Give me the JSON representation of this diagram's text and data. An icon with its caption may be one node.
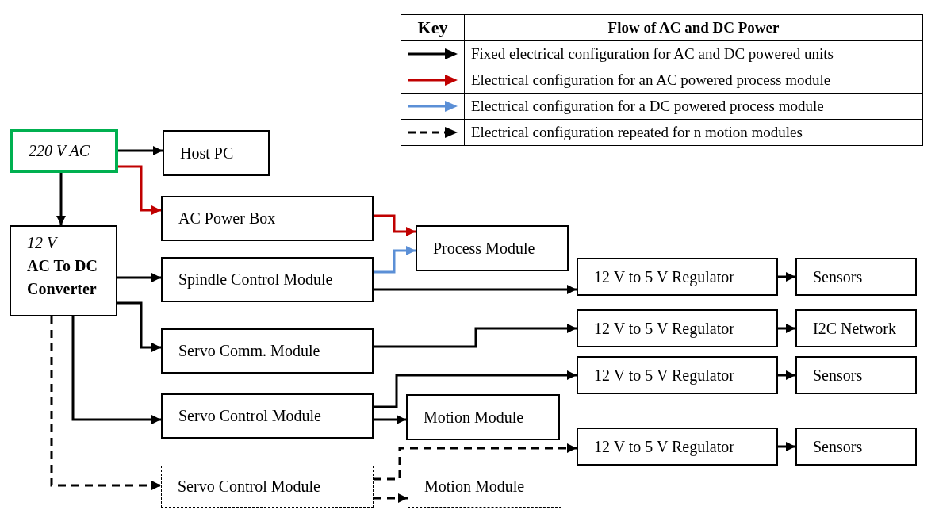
{
  "diagram": {
    "nodes": [
      {
        "text": [
          "220 V AC"
        ]
      },
      {
        "text": [
          "Host PC"
        ]
      },
      {
        "text": [
          "AC Power Box"
        ]
      },
      {
        "text": [
          "12 V",
          "AC To DC Converter"
        ]
      },
      {
        "text": [
          "Process Module"
        ]
      },
      {
        "text": [
          "Spindle Control Module"
        ]
      },
      {
        "text": [
          "12 V to 5 V Regulator"
        ]
      },
      {
        "text": [
          "Sensors"
        ]
      },
      {
        "text": [
          "Servo Comm. Module"
        ]
      },
      {
        "text": [
          "12 V to 5 V Regulator"
        ]
      },
      {
        "text": [
          "I2C Network"
        ]
      },
      {
        "text": [
          "12 V to 5 V Regulator"
        ]
      },
      {
        "text": [
          "Sensors"
        ]
      },
      {
        "text": [
          "Servo Control Module"
        ]
      },
      {
        "text": [
          "Motion Module"
        ]
      },
      {
        "text": [
          "12 V to 5 V Regulator"
        ]
      },
      {
        "text": [
          "Sensors"
        ]
      },
      {
        "text": [
          "Servo Control Module"
        ]
      },
      {
        "text": [
          "Motion Module"
        ]
      }
    ],
    "edges": [
      {
        "from": 0,
        "to": 1,
        "arrow": "to"
      },
      {
        "from": 0,
        "to": 2,
        "arrow": "to",
        "color": "#c00000"
      },
      {
        "from": 0,
        "to": 3,
        "arrow": "to"
      },
      {
        "from": 2,
        "to": 4,
        "arrow": "to",
        "color": "#c00000"
      },
      {
        "from": 5,
        "to": 4,
        "arrow": "to",
        "color": "#5b8fd6"
      },
      {
        "from": 3,
        "to": 5,
        "arrow": "to"
      },
      {
        "from": 5,
        "to": 6,
        "arrow": "to"
      },
      {
        "from": 6,
        "to": 7,
        "arrow": "to"
      },
      {
        "from": 3,
        "to": 8,
        "arrow": "to"
      },
      {
        "from": 8,
        "to": 9,
        "arrow": "to"
      },
      {
        "from": 9,
        "to": 10,
        "arrow": "to"
      },
      {
        "from": 3,
        "to": 13,
        "arrow": "to"
      },
      {
        "from": 13,
        "to": 11,
        "arrow": "to"
      },
      {
        "from": 11,
        "to": 12,
        "arrow": "to"
      },
      {
        "from": 13,
        "to": 14,
        "arrow": "to"
      },
      {
        "from": 3,
        "to": 17,
        "arrow": "to",
        "style": "dashed"
      },
      {
        "from": 17,
        "to": 15,
        "arrow": "to",
        "style": "dashed"
      },
      {
        "from": 15,
        "to": 16,
        "arrow": "to"
      },
      {
        "from": 17,
        "to": 18,
        "arrow": "to",
        "style": "dashed"
      }
    ],
    "labels": [
      "Key",
      "Flow of AC and DC Power"
    ],
    "legend": [
      {
        "text": "Fixed electrical configuration for AC and DC powered units"
      },
      {
        "text": "Electrical configuration for an AC powered process module"
      },
      {
        "text": "Electrical configuration for a DC powered process module"
      },
      {
        "text": "Electrical configuration repeated for n motion modules"
      }
    ]
  }
}
